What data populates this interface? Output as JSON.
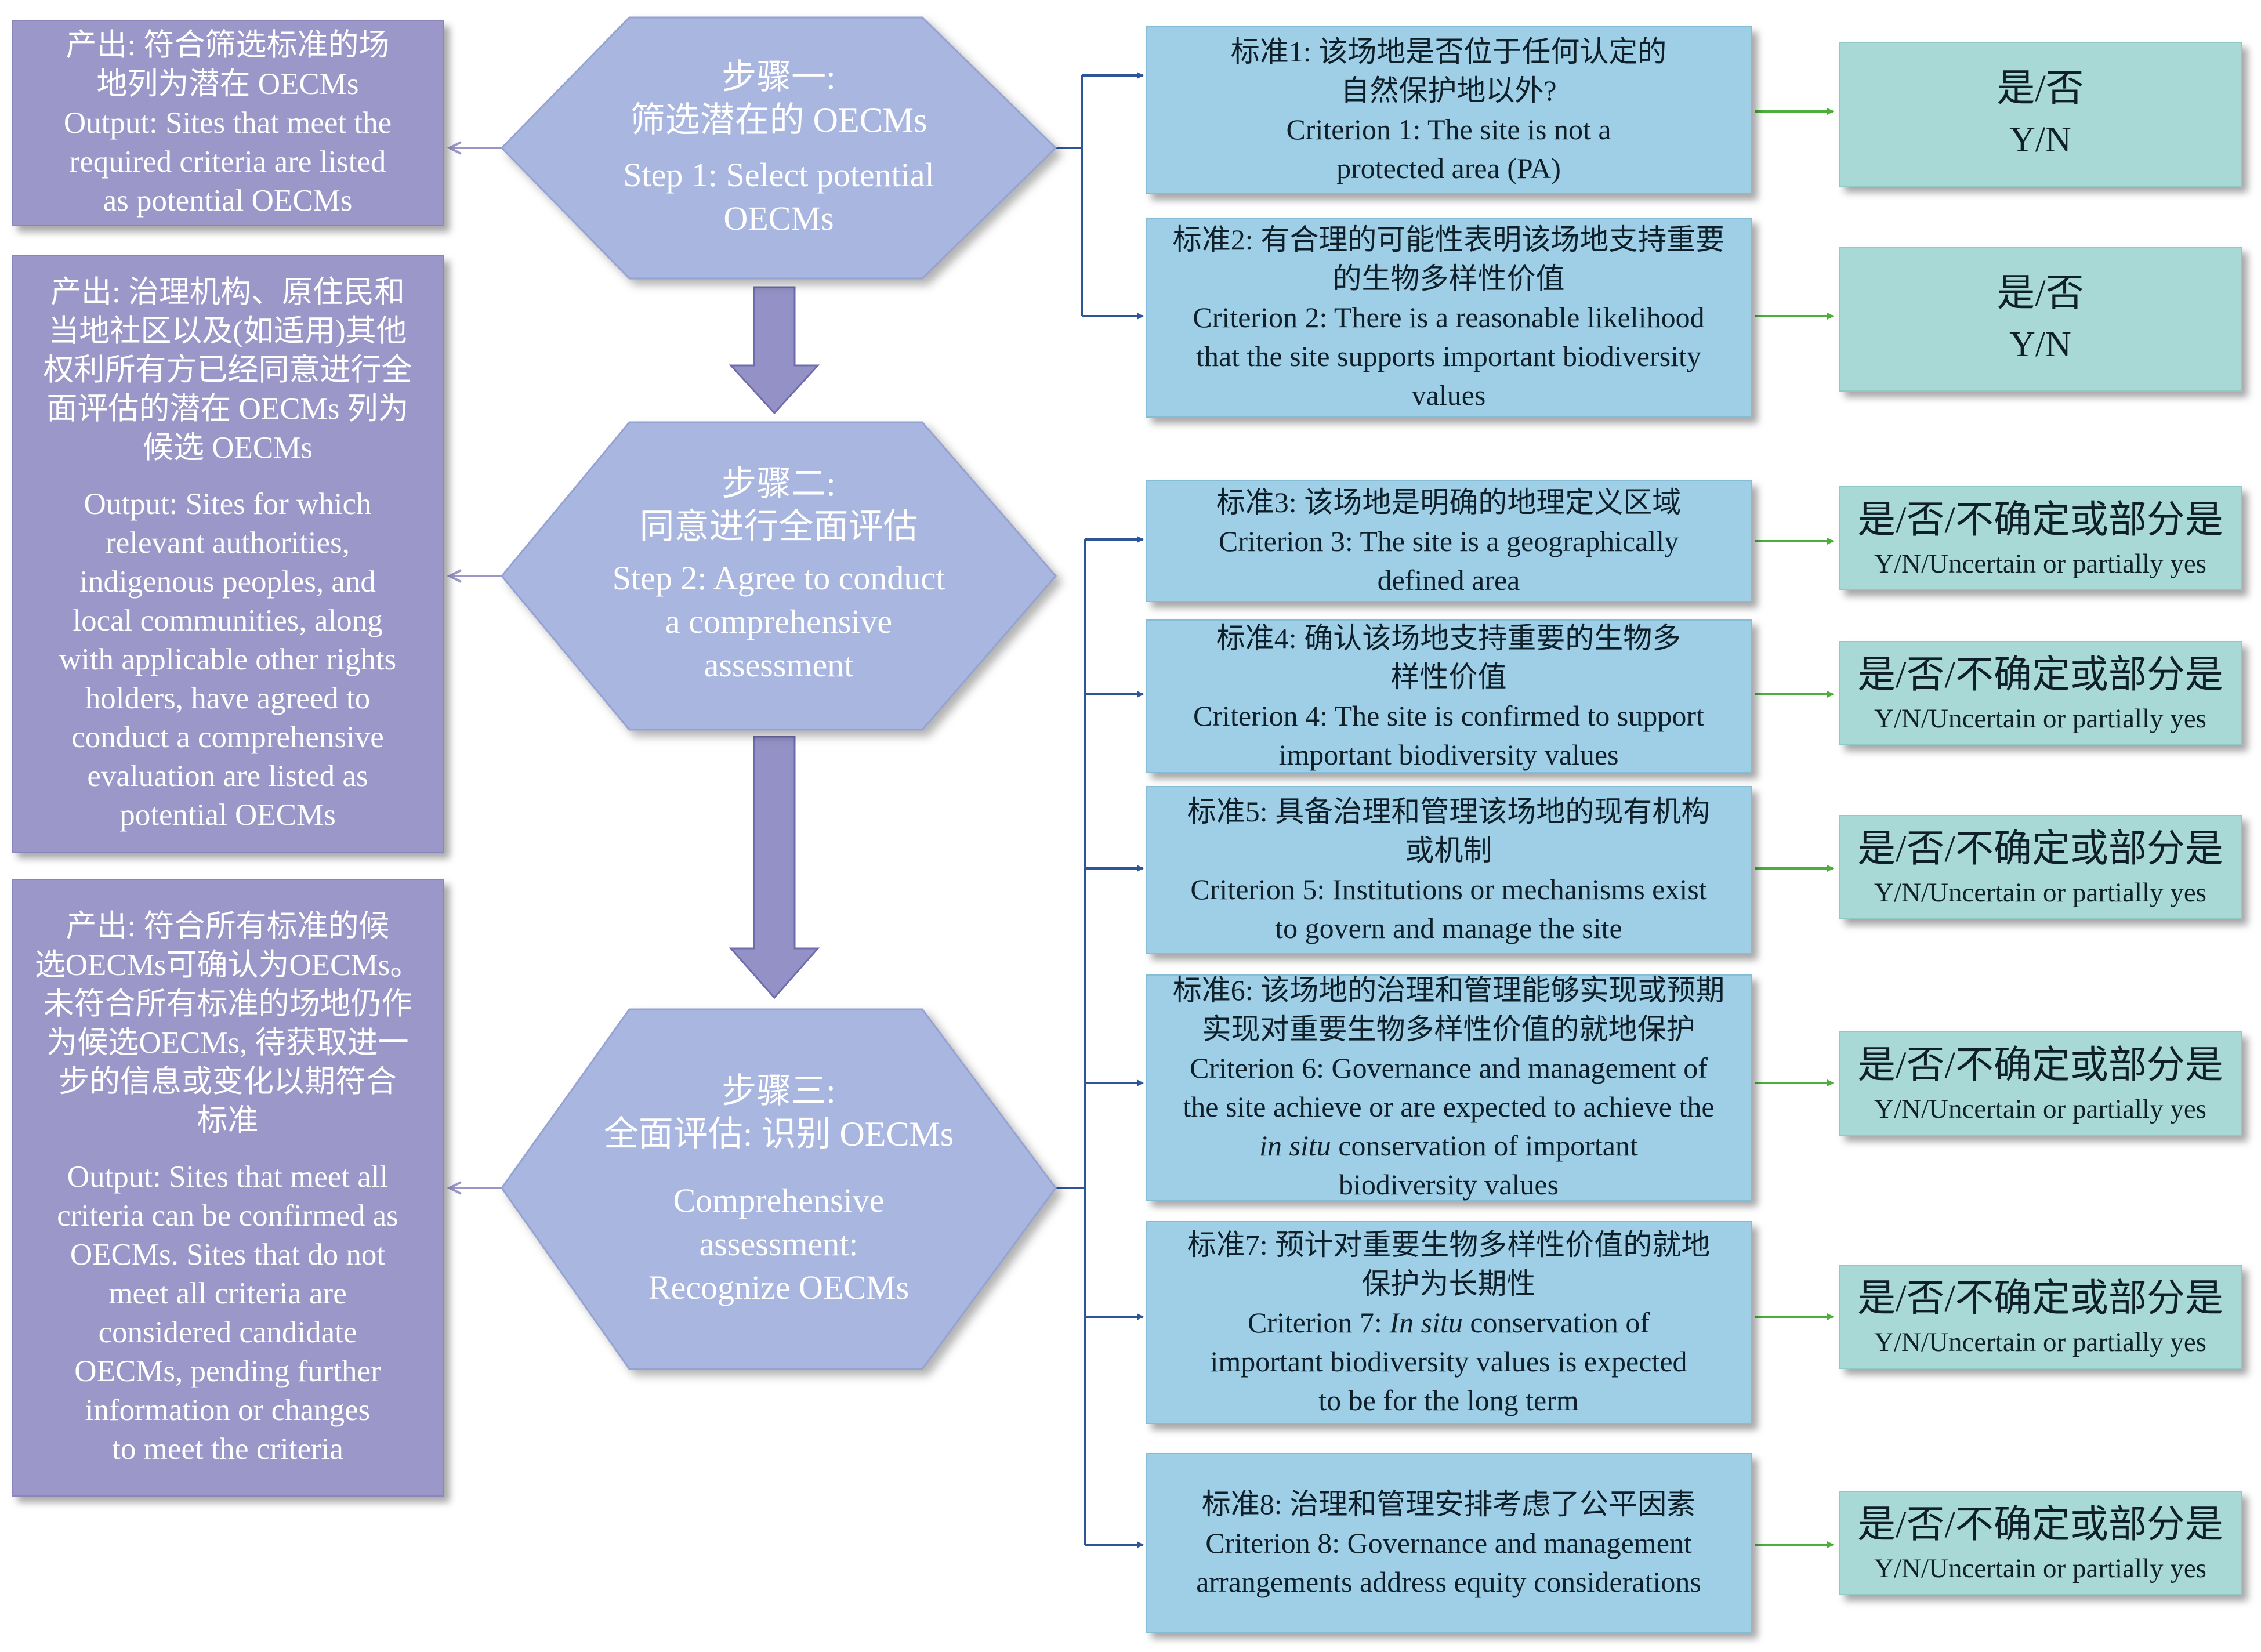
{
  "steps": [
    {
      "zh_title": "步骤一:",
      "zh_sub": "筛选潜在的 OECMs",
      "en": [
        "Step 1: Select potential",
        "OECMs"
      ]
    },
    {
      "zh_title": "步骤二:",
      "zh_sub": "同意进行全面评估",
      "en": [
        "Step 2: Agree to conduct",
        "a comprehensive",
        "assessment"
      ]
    },
    {
      "zh_title": "步骤三:",
      "zh_sub": "全面评估: 识别 OECMs",
      "en": [
        "Comprehensive",
        "assessment:",
        "Recognize OECMs"
      ]
    }
  ],
  "outputs": [
    {
      "zh": [
        "产出: 符合筛选标准的场",
        "地列为潜在 OECMs"
      ],
      "en": [
        "Output: Sites that meet the",
        "required criteria are listed",
        "as potential OECMs"
      ]
    },
    {
      "zh": [
        "产出: 治理机构、原住民和",
        "当地社区以及(如适用)其他",
        "权利所有方已经同意进行全",
        "面评估的潜在 OECMs 列为",
        "候选 OECMs"
      ],
      "en": [
        "Output: Sites for which",
        "relevant authorities,",
        "indigenous peoples, and",
        "local communities, along",
        "with applicable other rights",
        "holders, have agreed to",
        "conduct a comprehensive",
        "evaluation are listed as",
        "potential OECMs"
      ]
    },
    {
      "zh": [
        "产出: 符合所有标准的候",
        "选OECMs可确认为OECMs。",
        "未符合所有标准的场地仍作",
        "为候选OECMs, 待获取进一",
        "步的信息或变化以期符合",
        "标准"
      ],
      "en": [
        "Output: Sites that meet all",
        "criteria can be confirmed as",
        "OECMs. Sites that do not",
        "meet all criteria are",
        "considered candidate",
        "OECMs, pending further",
        "information or changes",
        "to meet the criteria"
      ]
    }
  ],
  "criteria": [
    {
      "zh": [
        "标准1: 该场地是否位于任何认定的",
        "自然保护地以外?"
      ],
      "en": [
        "Criterion 1: The site is not a",
        "protected area (PA)"
      ]
    },
    {
      "zh": [
        "标准2: 有合理的可能性表明该场地支持重要",
        "的生物多样性价值"
      ],
      "en": [
        "Criterion 2: There is a reasonable likelihood",
        "that the site supports important biodiversity",
        "values"
      ]
    },
    {
      "zh": [
        "标准3: 该场地是明确的地理定义区域"
      ],
      "en": [
        "Criterion 3: The site is a geographically",
        "defined area"
      ]
    },
    {
      "zh": [
        "标准4: 确认该场地支持重要的生物多",
        "样性价值"
      ],
      "en": [
        "Criterion 4: The site is confirmed to support",
        "important biodiversity values"
      ]
    },
    {
      "zh": [
        "标准5: 具备治理和管理该场地的现有机构",
        "或机制"
      ],
      "en": [
        "Criterion 5: Institutions or mechanisms exist",
        "to govern and manage the site"
      ]
    },
    {
      "zh": [
        "标准6: 该场地的治理和管理能够实现或预期",
        "实现对重要生物多样性价值的就地保护"
      ],
      "en": [
        "Criterion 6: Governance and management of",
        "the site achieve or are expected to achieve the"
      ],
      "en_italic": "in situ",
      "en_rest": [
        " conservation of important",
        "biodiversity values"
      ]
    },
    {
      "zh": [
        "标准7: 预计对重要生物多样性价值的就地",
        "保护为长期性"
      ],
      "en_lead": "Criterion 7: ",
      "en_italic": "In situ",
      "en_after": " conservation of",
      "en": [
        "important biodiversity values is expected",
        "to be for the long term"
      ]
    },
    {
      "zh": [
        "标准8: 治理和管理安排考虑了公平因素"
      ],
      "en": [
        "Criterion 8: Governance and management",
        "arrangements address equity considerations"
      ]
    }
  ],
  "answers": {
    "yn_zh": "是/否",
    "yn_en": "Y/N",
    "full_zh": "是/否/不确定或部分是",
    "full_en": "Y/N/Uncertain or partially yes"
  },
  "colors": {
    "hexagon": "#a9b6e0",
    "output_box": "#9c97c9",
    "criterion_box": "#9ecfe6",
    "answer_box": "#a9d9d6",
    "down_arrow": "#9491c6",
    "blue_connector": "#2e5597",
    "green_arrow": "#4daf3a",
    "left_arrow": "#9a96c8"
  }
}
